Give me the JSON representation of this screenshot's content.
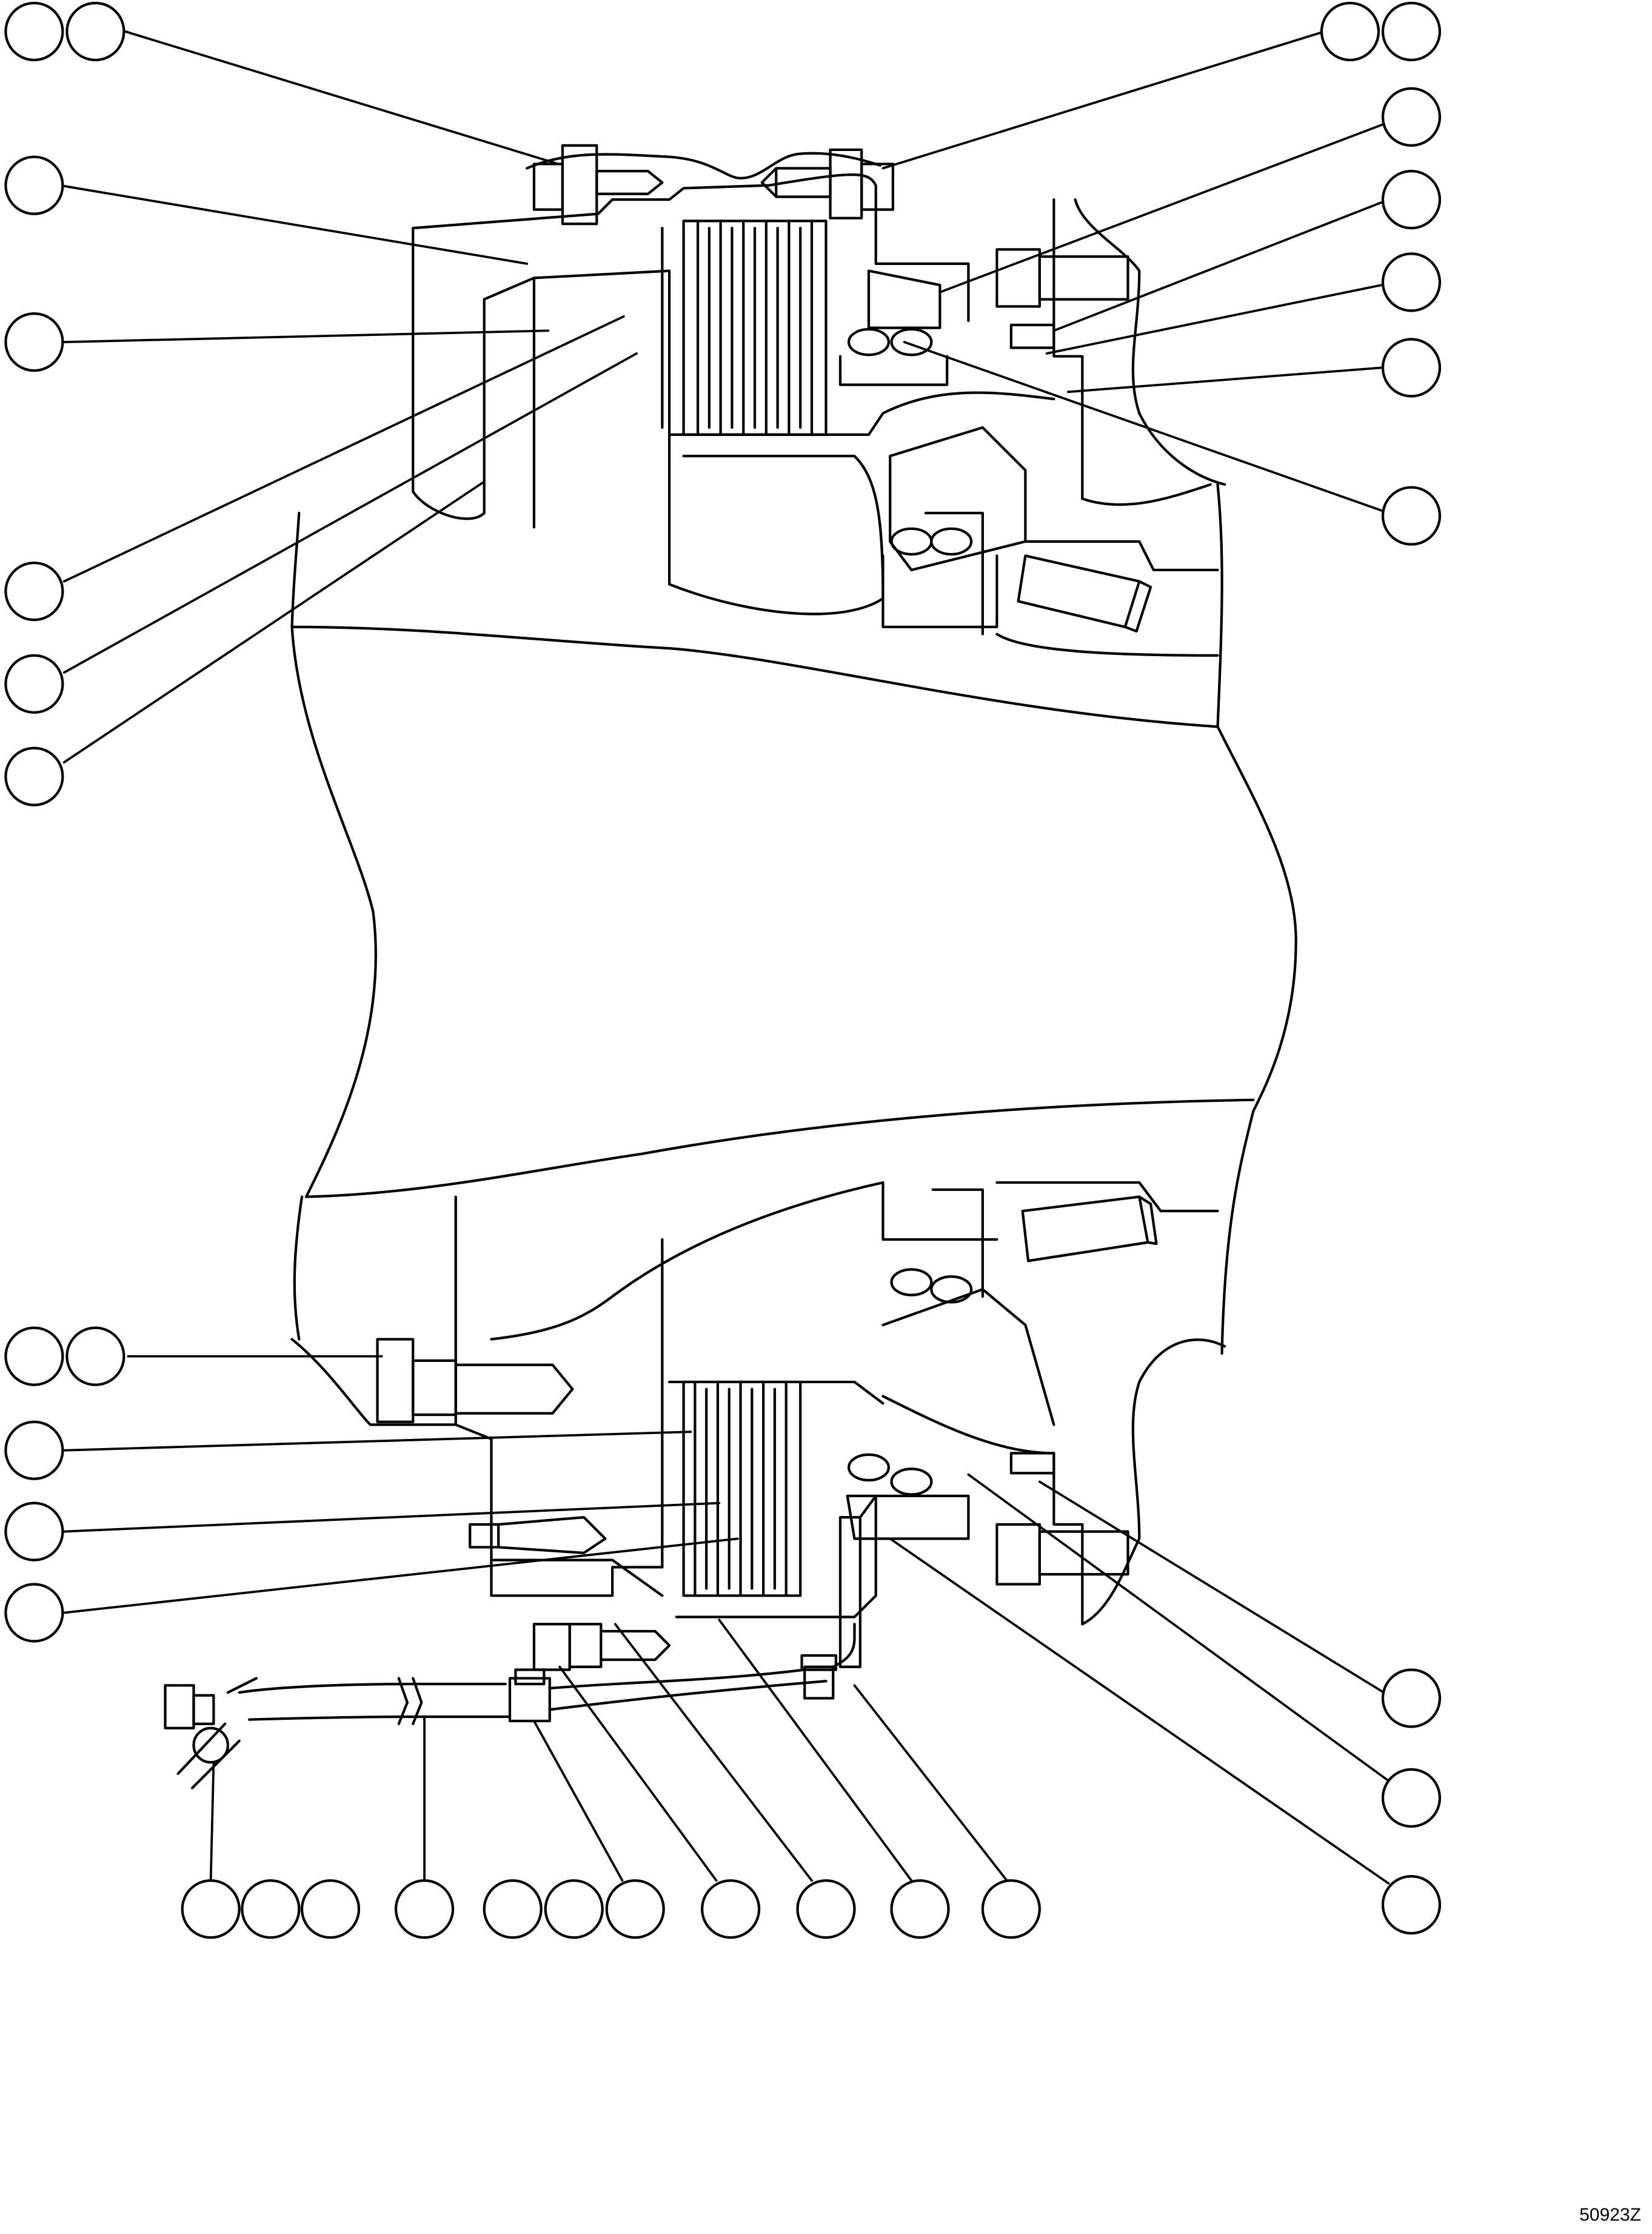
{
  "drawing": {
    "code": "50923Z",
    "stroke_color": "#000000",
    "background_color": "#ffffff",
    "callouts": [
      "callout-1",
      "callout-2",
      "callout-3",
      "callout-4",
      "callout-5",
      "callout-6",
      "callout-7",
      "callout-8",
      "callout-9",
      "callout-10",
      "callout-11",
      "callout-12",
      "callout-13",
      "callout-14",
      "callout-15",
      "callout-16",
      "callout-17",
      "callout-18",
      "callout-19",
      "callout-20",
      "callout-21",
      "callout-22",
      "callout-23",
      "callout-24",
      "callout-25",
      "callout-26",
      "callout-27",
      "callout-28",
      "callout-29",
      "callout-30",
      "callout-31",
      "callout-32"
    ]
  }
}
